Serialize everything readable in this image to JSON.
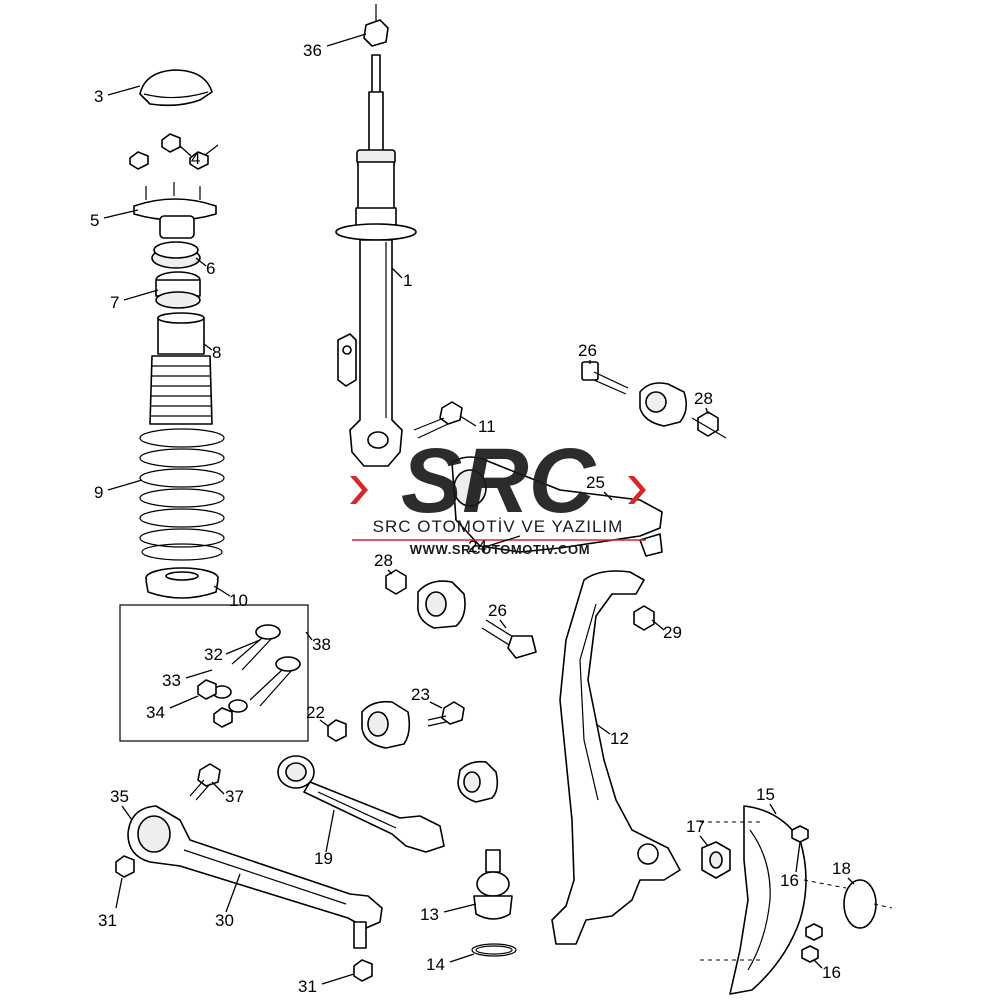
{
  "callouts": [
    {
      "id": "36",
      "text": "36"
    },
    {
      "id": "3",
      "text": "3"
    },
    {
      "id": "4",
      "text": "4"
    },
    {
      "id": "5",
      "text": "5"
    },
    {
      "id": "6",
      "text": "6"
    },
    {
      "id": "7",
      "text": "7"
    },
    {
      "id": "8",
      "text": "8"
    },
    {
      "id": "1",
      "text": "1"
    },
    {
      "id": "9",
      "text": "9"
    },
    {
      "id": "10",
      "text": "10"
    },
    {
      "id": "11",
      "text": "11"
    },
    {
      "id": "26a",
      "text": "26"
    },
    {
      "id": "28a",
      "text": "28"
    },
    {
      "id": "25",
      "text": "25"
    },
    {
      "id": "24",
      "text": "24"
    },
    {
      "id": "28b",
      "text": "28"
    },
    {
      "id": "26b",
      "text": "26"
    },
    {
      "id": "29",
      "text": "29"
    },
    {
      "id": "38",
      "text": "38"
    },
    {
      "id": "32",
      "text": "32"
    },
    {
      "id": "33",
      "text": "33"
    },
    {
      "id": "34",
      "text": "34"
    },
    {
      "id": "22",
      "text": "22"
    },
    {
      "id": "23",
      "text": "23"
    },
    {
      "id": "12",
      "text": "12"
    },
    {
      "id": "35",
      "text": "35"
    },
    {
      "id": "37",
      "text": "37"
    },
    {
      "id": "19",
      "text": "19"
    },
    {
      "id": "15",
      "text": "15"
    },
    {
      "id": "17",
      "text": "17"
    },
    {
      "id": "16a",
      "text": "16"
    },
    {
      "id": "18",
      "text": "18"
    },
    {
      "id": "31a",
      "text": "31"
    },
    {
      "id": "30",
      "text": "30"
    },
    {
      "id": "13",
      "text": "13"
    },
    {
      "id": "14",
      "text": "14"
    },
    {
      "id": "31b",
      "text": "31"
    },
    {
      "id": "16b",
      "text": "16"
    }
  ],
  "watermark": {
    "logo_text": "SRC",
    "company": "SRC OTOMOTİV VE YAZILIM",
    "url": "WWW.SRCOTOMOTIV.COM",
    "accent_color": "#d62828",
    "logo_color": "#1a1a1a"
  }
}
